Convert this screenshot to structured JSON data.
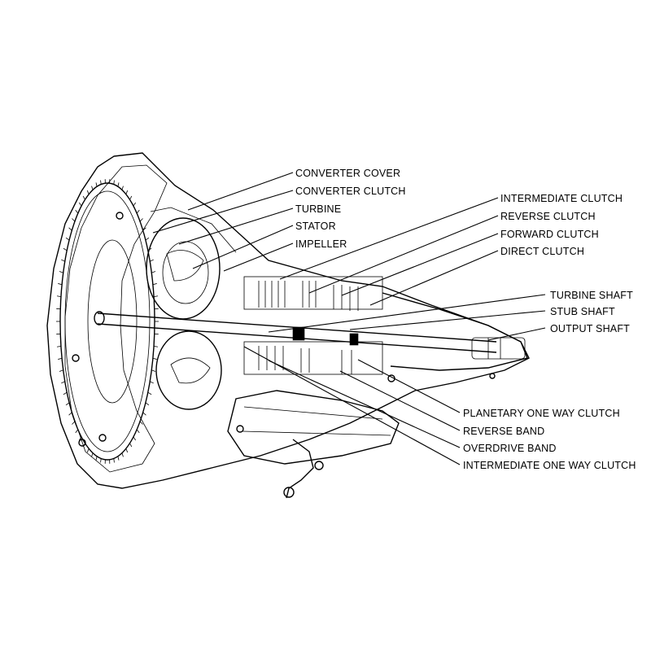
{
  "labels": {
    "converter_cover": "CONVERTER COVER",
    "converter_clutch": "CONVERTER CLUTCH",
    "turbine": "TURBINE",
    "stator": "STATOR",
    "impeller": "IMPELLER",
    "intermediate_clutch": "INTERMEDIATE CLUTCH",
    "reverse_clutch": "REVERSE CLUTCH",
    "forward_clutch": "FORWARD CLUTCH",
    "direct_clutch": "DIRECT CLUTCH",
    "turbine_shaft": "TURBINE SHAFT",
    "stub_shaft": "STUB SHAFT",
    "output_shaft": "OUTPUT SHAFT",
    "planetary_one_way_clutch": "PLANETARY ONE WAY CLUTCH",
    "reverse_band": "REVERSE BAND",
    "overdrive_band": "OVERDRIVE BAND",
    "intermediate_one_way_clutch": "INTERMEDIATE ONE WAY CLUTCH"
  },
  "colors": {
    "ink": "#000000",
    "background": "#ffffff"
  }
}
